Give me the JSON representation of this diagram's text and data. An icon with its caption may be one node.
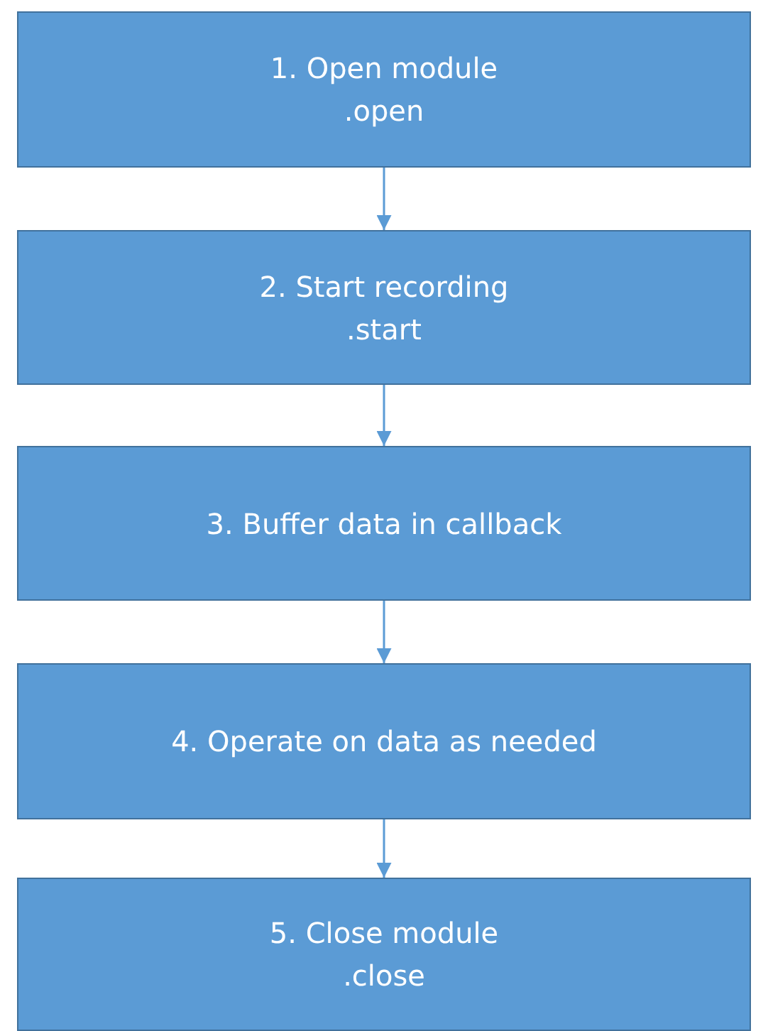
{
  "diagram": {
    "nodes": [
      {
        "text": [
          "1. Open module",
          ".open"
        ]
      },
      {
        "text": [
          "2. Start recording",
          ".start"
        ]
      },
      {
        "text": [
          "3. Buffer data in callback"
        ]
      },
      {
        "text": [
          "4. Operate on data as needed"
        ]
      },
      {
        "text": [
          "5. Close module",
          ".close"
        ]
      }
    ],
    "edges": [
      {
        "from": 0,
        "to": 1,
        "arrow": "to"
      },
      {
        "from": 1,
        "to": 2,
        "arrow": "to"
      },
      {
        "from": 2,
        "to": 3,
        "arrow": "to"
      },
      {
        "from": 3,
        "to": 4,
        "arrow": "to"
      }
    ]
  }
}
